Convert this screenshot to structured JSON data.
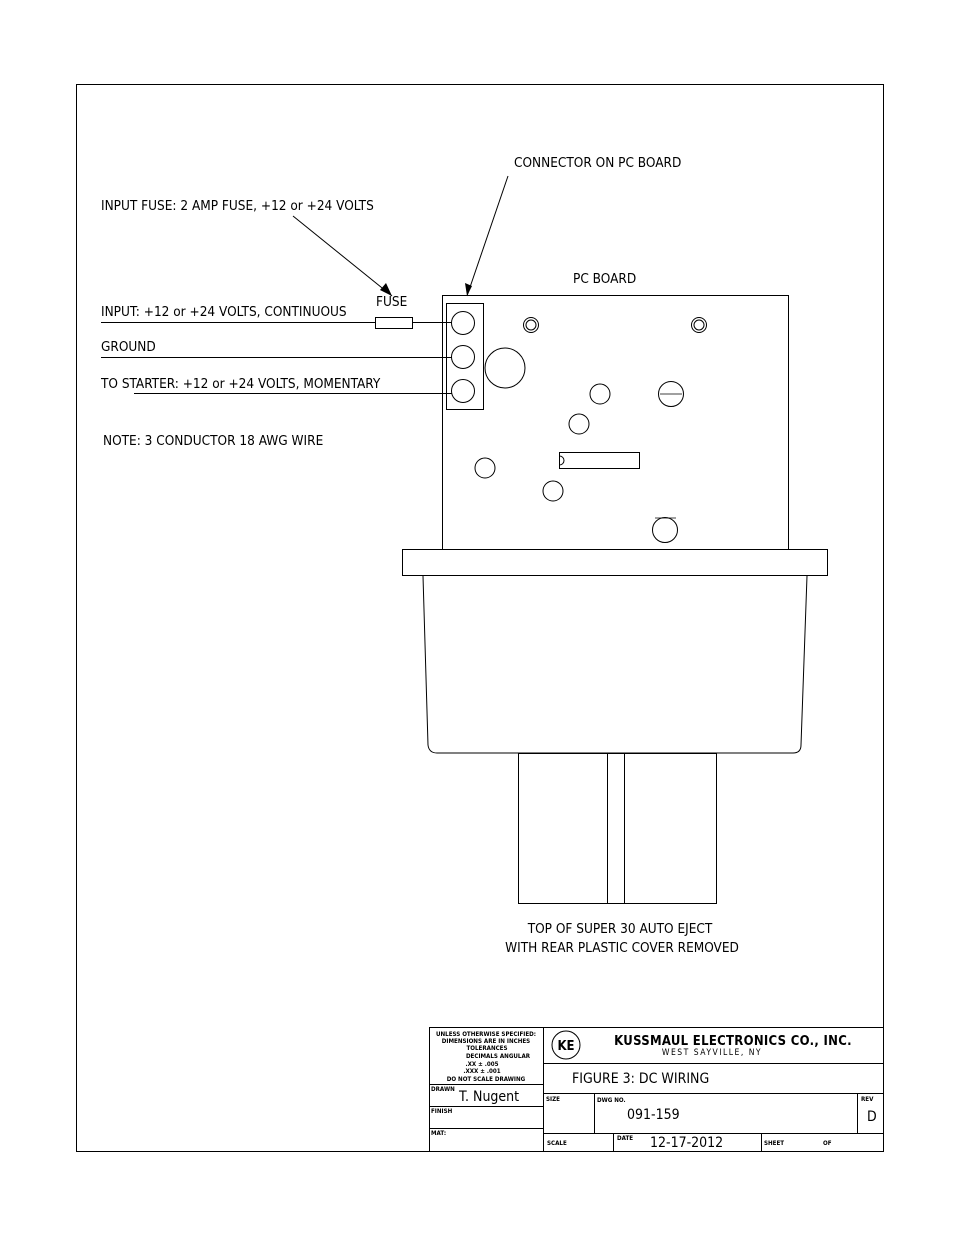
{
  "callouts": {
    "connector": "CONNECTOR ON PC BOARD",
    "input_fuse": "INPUT FUSE:  2 AMP FUSE, +12 or +24 VOLTS",
    "fuse": "FUSE",
    "pc_board": "PC BOARD",
    "input": "INPUT:  +12 or +24 VOLTS, CONTINUOUS",
    "ground": "GROUND",
    "to_starter": "TO STARTER:  +12 or +24 VOLTS, MOMENTARY",
    "note": "NOTE:  3 CONDUCTOR 18 AWG WIRE"
  },
  "caption": {
    "line1": "TOP OF SUPER 30 AUTO EJECT",
    "line2": "WITH REAR PLASTIC COVER REMOVED"
  },
  "title_block": {
    "tolerances": {
      "line1": "UNLESS OTHERWISE SPECIFIED:",
      "line2": "DIMENSIONS ARE IN INCHES",
      "line3": "TOLERANCES",
      "line4": "DECIMALS  ANGULAR",
      "line5": ".XX  ±  .005",
      "line6": ".XXX  ±  .001",
      "line7": "DO NOT SCALE DRAWING"
    },
    "drawn_label": "DRAWN",
    "drawn_by": "T. Nugent",
    "finish_label": "FINISH",
    "mat_label": "MAT:",
    "logo_letters": "KE",
    "company": "KUSSMAUL ELECTRONICS CO., INC.",
    "location": "WEST SAYVILLE, NY",
    "title": "FIGURE 3:  DC WIRING",
    "size_label": "SIZE",
    "dwg_label": "DWG NO.",
    "dwg_no": "091-159",
    "rev_label": "REV",
    "rev": "D",
    "scale_label": "SCALE",
    "date_label": "DATE",
    "date": "12-17-2012",
    "sheet_label": "SHEET",
    "of_label": "OF"
  }
}
